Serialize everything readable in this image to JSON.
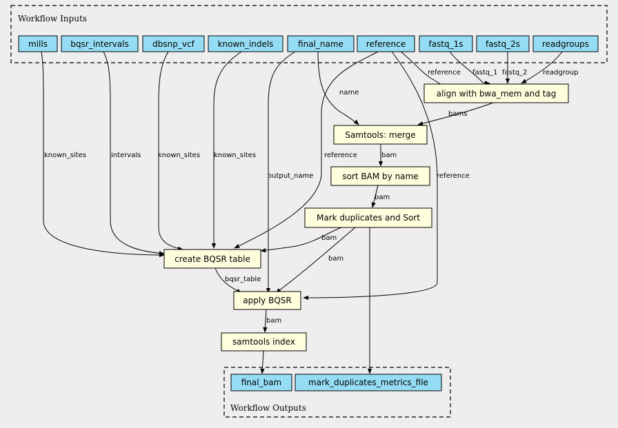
{
  "colors": {
    "background": "#eeeeee",
    "io_fill": "#94ddf4",
    "step_fill": "#ffffdd"
  },
  "clusters": {
    "inputs_label": "Workflow Inputs",
    "outputs_label": "Workflow Outputs"
  },
  "inputs": {
    "mills": "mills",
    "bqsr_intervals": "bqsr_intervals",
    "dbsnp_vcf": "dbsnp_vcf",
    "known_indels": "known_indels",
    "final_name": "final_name",
    "reference": "reference",
    "fastq_1s": "fastq_1s",
    "fastq_2s": "fastq_2s",
    "readgroups": "readgroups"
  },
  "steps": {
    "align": "align with bwa_mem and tag",
    "merge": "Samtools: merge",
    "sort": "sort BAM by name",
    "markdup": "Mark duplicates and Sort",
    "bqsr_table": "create BQSR table",
    "apply_bqsr": "apply BQSR",
    "index": "samtools index"
  },
  "outputs": {
    "final_bam": "final_bam",
    "metrics": "mark_duplicates_metrics_file"
  },
  "edge_labels": {
    "reference_align": "reference",
    "fastq_1": "fastq_1",
    "fastq_2": "fastq_2",
    "readgroup": "readgroup",
    "bams": "bams",
    "name": "name",
    "bam_merge_sort": "bam",
    "bam_sort_markdup": "bam",
    "bam_markdup_table": "bam",
    "bam_markdup_apply": "bam",
    "bam_apply_index": "bam",
    "known_sites_mills": "known_sites",
    "intervals": "intervals",
    "known_sites_dbsnp": "known_sites",
    "known_sites_indels": "known_sites",
    "reference_table": "reference",
    "output_name": "output_name",
    "reference_apply": "reference",
    "bqsr_table": "bqsr_table"
  }
}
